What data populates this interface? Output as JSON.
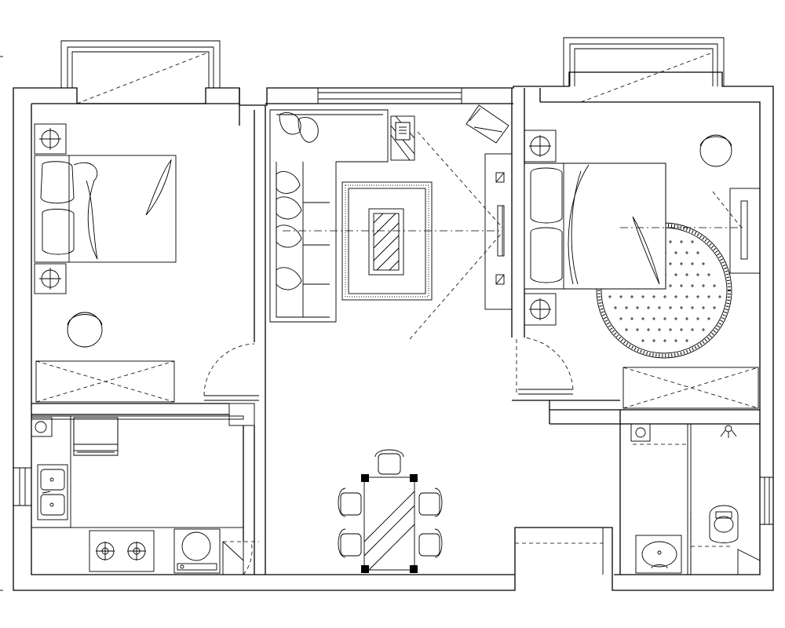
{
  "drawing": {
    "type": "architectural floor plan",
    "style": "black line drawing on white",
    "stroke_color": "#000000",
    "background_color": "#ffffff"
  },
  "rooms": [
    {
      "id": "bedroom-west",
      "furniture": [
        "double-bed",
        "nightstand",
        "nightstand",
        "round-chair",
        "wardrobe"
      ]
    },
    {
      "id": "living-room",
      "furniture": [
        "sofa",
        "armchair",
        "side-table",
        "area-rug",
        "coffee-table",
        "tv-cabinet"
      ]
    },
    {
      "id": "bedroom-east",
      "furniture": [
        "double-bed",
        "nightstand",
        "nightstand",
        "round-rug",
        "round-chair",
        "wardrobe"
      ]
    },
    {
      "id": "kitchen",
      "furniture": [
        "double-sink",
        "gas-hob",
        "washing-machine",
        "refrigerator"
      ]
    },
    {
      "id": "dining-area",
      "furniture": [
        "dining-table",
        "dining-chair"
      ]
    },
    {
      "id": "bathroom",
      "furniture": [
        "washbasin",
        "squat-toilet",
        "shower"
      ]
    },
    {
      "id": "balcony-west",
      "furniture": []
    },
    {
      "id": "balcony-east",
      "furniture": []
    }
  ],
  "counts": {
    "dining_chairs": 5,
    "doors": 5,
    "windows": 6
  }
}
